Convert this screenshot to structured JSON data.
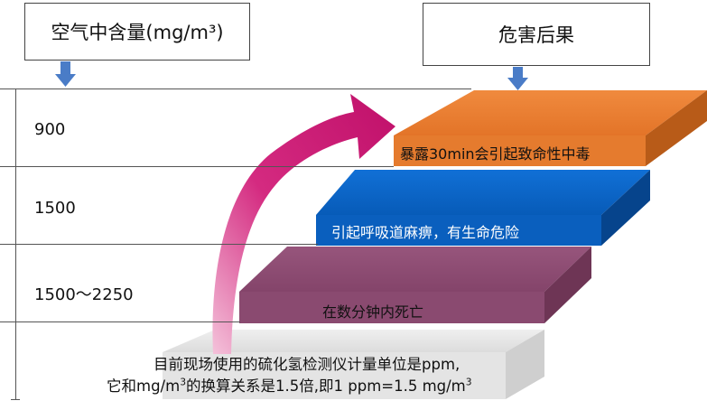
{
  "header": {
    "left_title": "空气中含量(mg/m³)",
    "right_title": "危害后果"
  },
  "levels": [
    {
      "concentration": "900",
      "consequence": "暴露30min会引起致命性中毒",
      "color": "#ED7D31"
    },
    {
      "concentration": "1500",
      "consequence": "引起呼吸道麻痹，有生命危险",
      "color": "#0A63C4"
    },
    {
      "concentration": "1500～2250",
      "consequence": "在数分钟内死亡",
      "color": "#8E4A72"
    }
  ],
  "note": {
    "line1": "目前现场使用的硫化氢检测仪计量单位是ppm,",
    "line2_a": "它和mg/m",
    "line2_sup": "3",
    "line2_b": "的换算关系是1.5倍,即1 ppm=1.5 mg/m",
    "line2_sup2": "3"
  },
  "colors": {
    "arrow": "#C8146E",
    "down_arrow": "#4A7CC7",
    "base_step": "#E6E6E6"
  }
}
